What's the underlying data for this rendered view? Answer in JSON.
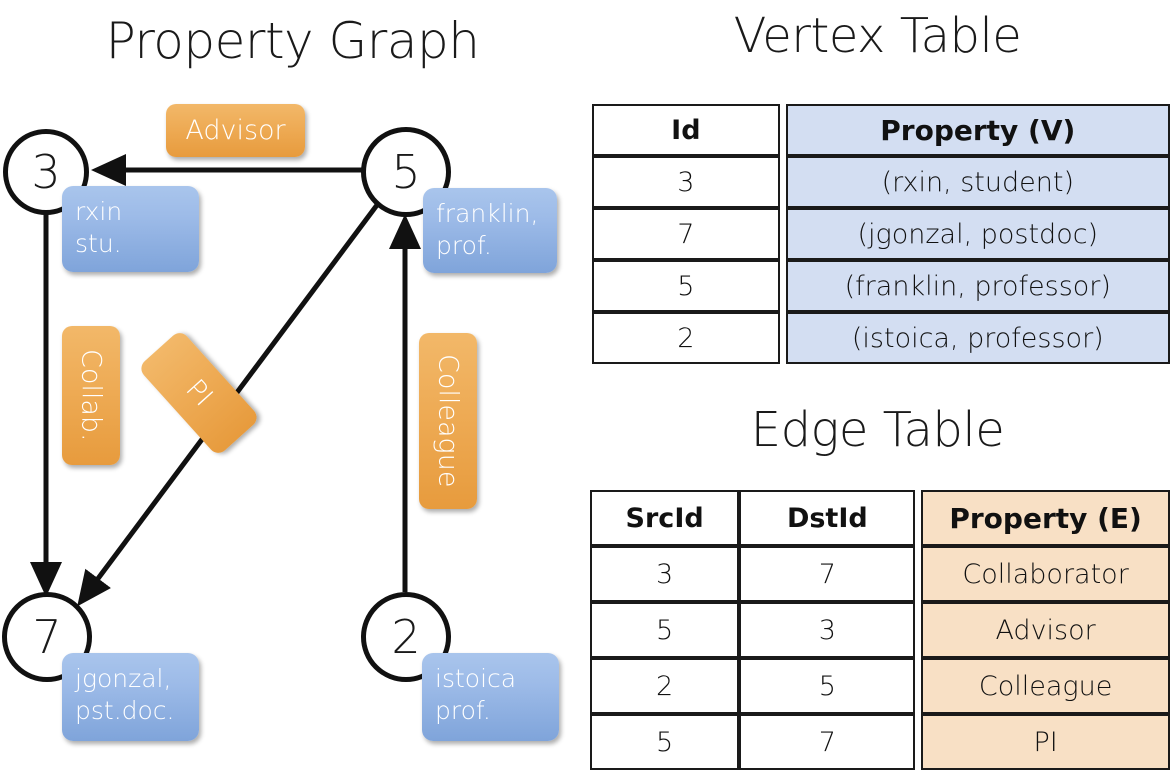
{
  "titles": {
    "property_graph": "Property Graph",
    "vertex_table": "Vertex Table",
    "edge_table": "Edge Table"
  },
  "graph": {
    "nodes": [
      {
        "id": "3",
        "name": "rxin",
        "role": "stu."
      },
      {
        "id": "5",
        "name": "franklin,",
        "role": "prof."
      },
      {
        "id": "7",
        "name": "jgonzal,",
        "role": "pst.doc."
      },
      {
        "id": "2",
        "name": "istoica",
        "role": "prof."
      }
    ],
    "edge_labels": [
      {
        "label": "Advisor"
      },
      {
        "label": "Collab."
      },
      {
        "label": "PI"
      },
      {
        "label": "Colleague"
      }
    ]
  },
  "vertex_table": {
    "headers": [
      "Id",
      "Property (V)"
    ],
    "rows": [
      {
        "id": "3",
        "property": "(rxin, student)"
      },
      {
        "id": "7",
        "property": "(jgonzal, postdoc)"
      },
      {
        "id": "5",
        "property": "(franklin, professor)"
      },
      {
        "id": "2",
        "property": "(istoica, professor)"
      }
    ]
  },
  "edge_table": {
    "headers": [
      "SrcId",
      "DstId",
      "Property (E)"
    ],
    "rows": [
      {
        "src": "3",
        "dst": "7",
        "property": "Collaborator"
      },
      {
        "src": "5",
        "dst": "3",
        "property": "Advisor"
      },
      {
        "src": "2",
        "dst": "5",
        "property": "Colleague"
      },
      {
        "src": "5",
        "dst": "7",
        "property": "PI"
      }
    ]
  },
  "colors": {
    "node_blue": "#9dbbe8",
    "edge_orange": "#eeab55",
    "vertex_table_fill": "#d3def2",
    "edge_table_fill": "#f8e0c5",
    "stroke": "#111111"
  }
}
